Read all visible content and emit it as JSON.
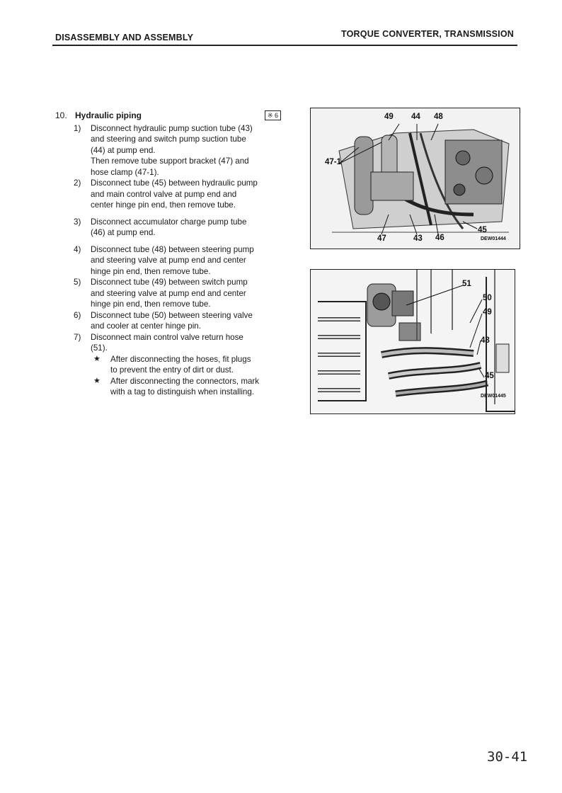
{
  "header": {
    "left": "DISASSEMBLY AND ASSEMBLY",
    "right": "TORQUE CONVERTER, TRANSMISSION"
  },
  "section": {
    "number": "10.",
    "title": "Hydraulic piping",
    "ref": "※ 6",
    "steps": [
      {
        "num": "1)",
        "lines": [
          "Disconnect hydraulic pump suction tube (43)",
          "and steering and switch pump suction tube",
          "(44) at pump end.",
          "Then remove tube support bracket (47) and",
          "hose clamp (47-1)."
        ]
      },
      {
        "num": "2)",
        "lines": [
          "Disconnect tube (45) between hydraulic pump",
          "and main control valve at pump end and",
          "center hinge pin end, then remove tube."
        ]
      },
      {
        "num": "3)",
        "lines": [
          "Disconnect accumulator charge pump tube",
          "(46) at pump end."
        ]
      },
      {
        "num": "4)",
        "lines": [
          "Disconnect tube (48) between steering pump",
          "and steering valve at pump end and center",
          "hinge pin end, then remove tube."
        ]
      },
      {
        "num": "5)",
        "lines": [
          "Disconnect tube (49) between switch pump",
          "and steering valve at pump end and center",
          "hinge pin end, then remove tube."
        ]
      },
      {
        "num": "6)",
        "lines": [
          "Disconnect tube (50) between steering valve",
          "and cooler at center hinge pin."
        ]
      },
      {
        "num": "7)",
        "lines": [
          "Disconnect main control valve return hose",
          "(51)."
        ]
      }
    ],
    "notes": [
      {
        "star": "★",
        "lines": [
          "After disconnecting the hoses, fit plugs",
          "to prevent the entry of dirt or dust."
        ]
      },
      {
        "star": "★",
        "lines": [
          "After disconnecting the connectors, mark",
          "with a tag to distinguish when installing."
        ]
      }
    ]
  },
  "figure1": {
    "id": "DEW01444",
    "labels": [
      "49",
      "44",
      "48",
      "47-1",
      "47",
      "43",
      "46",
      "45"
    ]
  },
  "figure2": {
    "id": "DEW01445",
    "labels": [
      "51",
      "50",
      "49",
      "48",
      "45"
    ]
  },
  "page_number": "30-41"
}
